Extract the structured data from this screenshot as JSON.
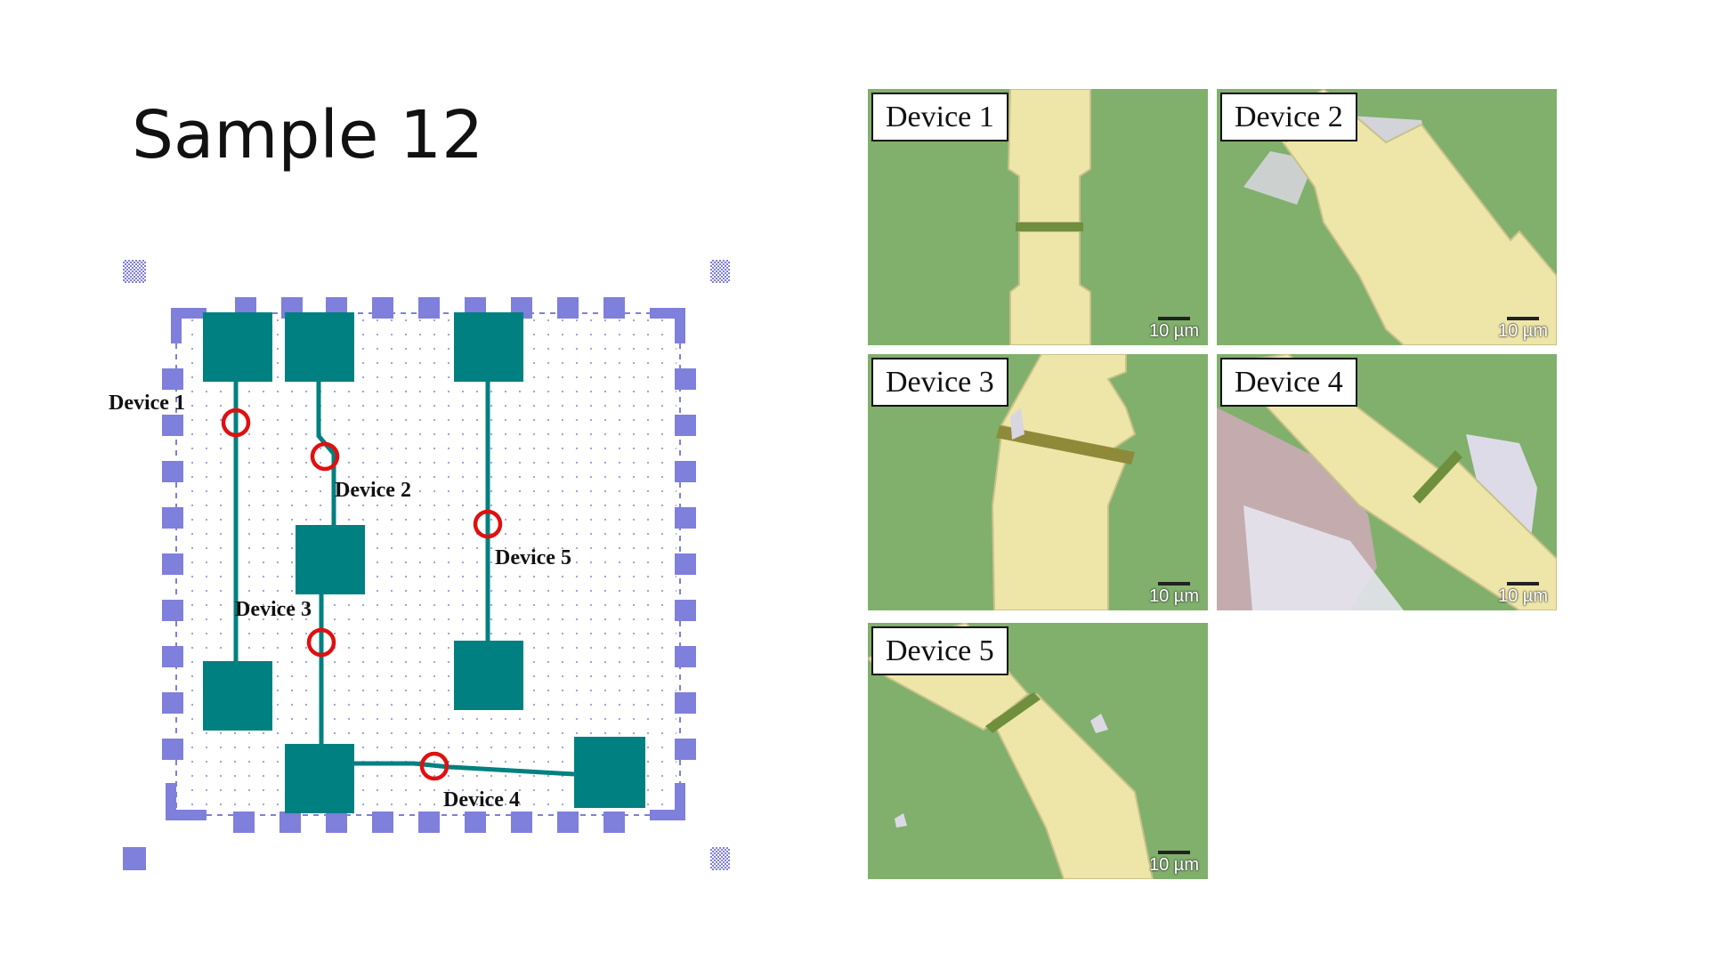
{
  "slide": {
    "title": "Sample 12"
  },
  "diagram": {
    "labels": {
      "device1": "Device 1",
      "device2": "Device 2",
      "device3": "Device 3",
      "device4": "Device 4",
      "device5": "Device 5"
    }
  },
  "micrographs": [
    {
      "label": "Device 1",
      "scale": "10 µm"
    },
    {
      "label": "Device 2",
      "scale": "10 µm"
    },
    {
      "label": "Device 3",
      "scale": "10 µm"
    },
    {
      "label": "Device 4",
      "scale": "10 µm"
    },
    {
      "label": "Device 5",
      "scale": "10 µm"
    }
  ],
  "colors": {
    "pad_teal": "#008080",
    "frame_blue": "#7f7fdc",
    "marker_red": "#e01010",
    "substrate_green": "#7fae6a",
    "electrode_gold": "#efe7a6"
  }
}
